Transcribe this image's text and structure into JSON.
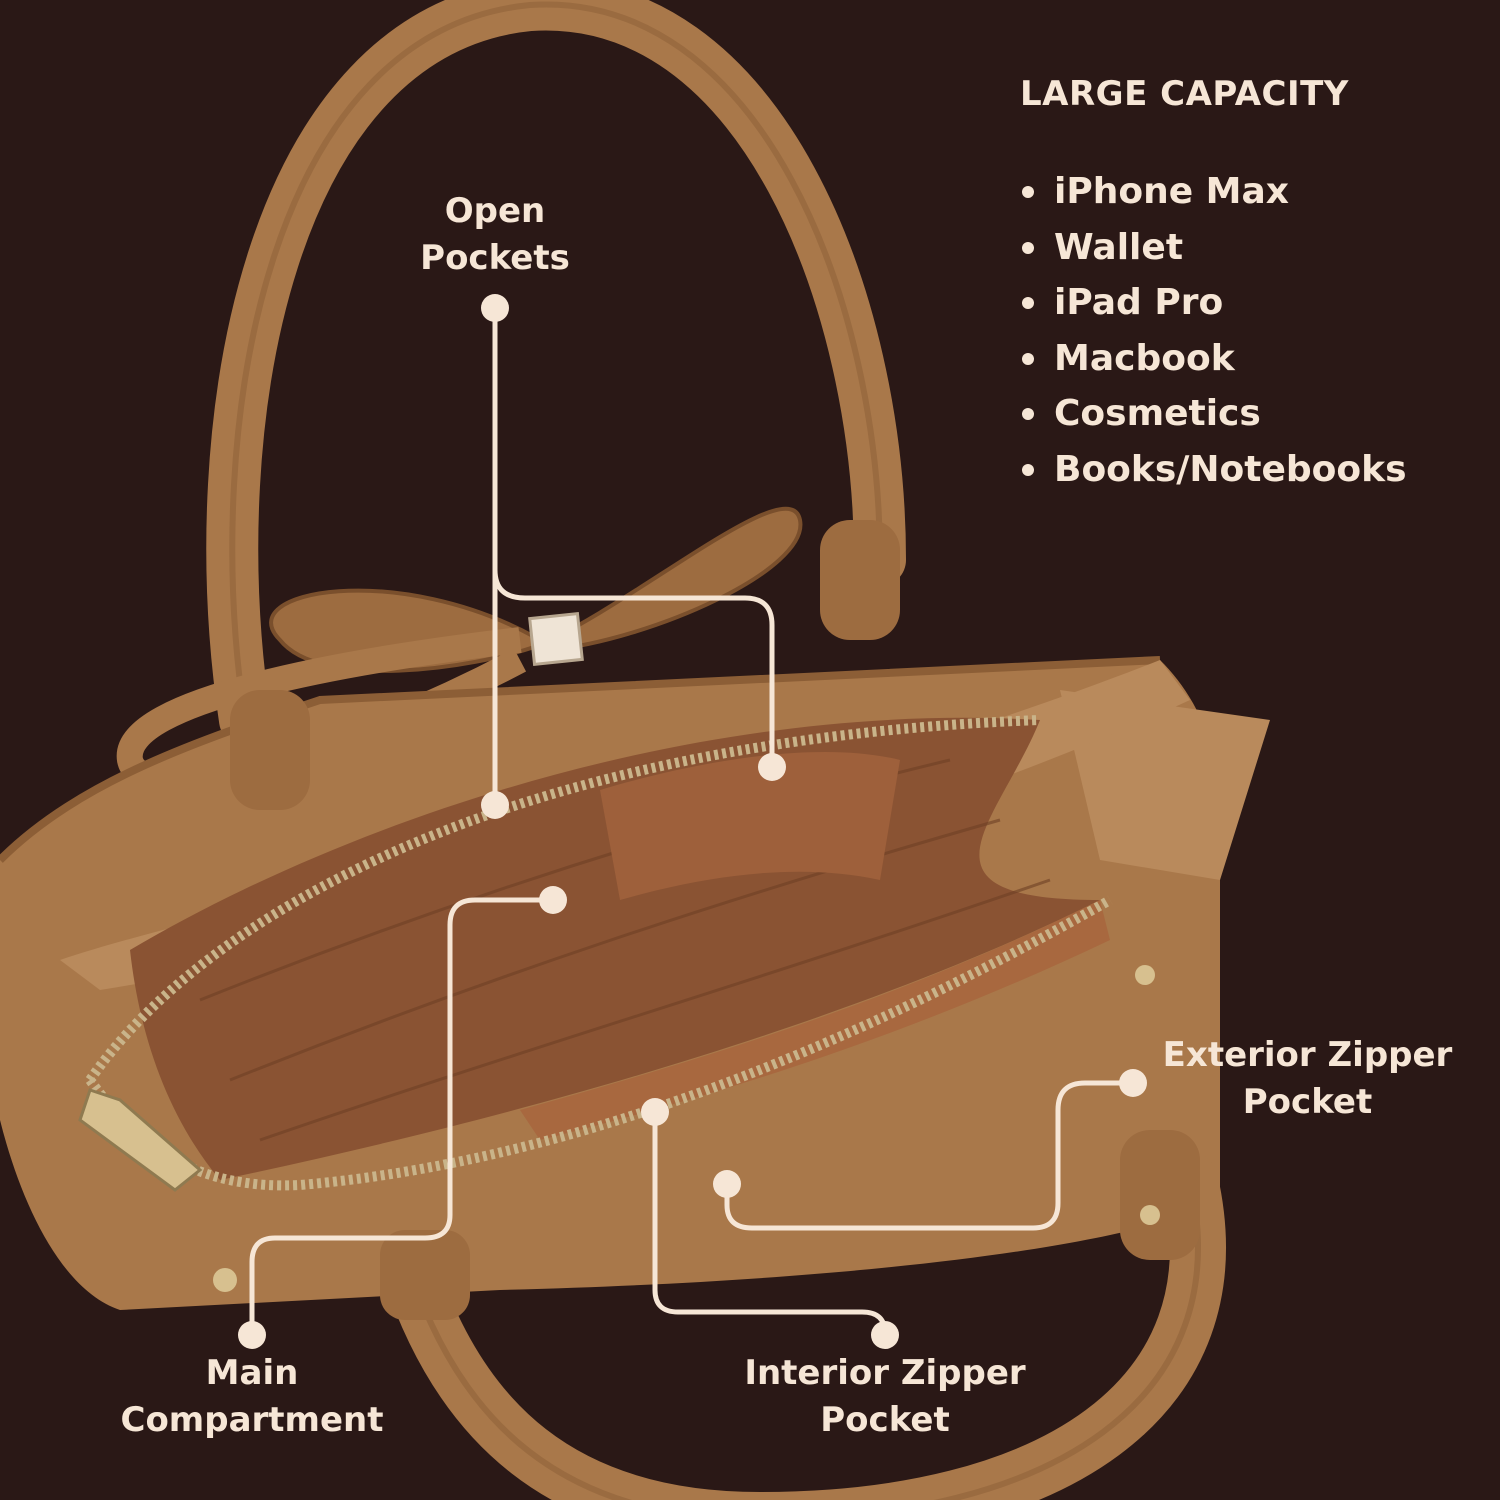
{
  "heading": "LARGE CAPACITY",
  "capacity_items": [
    "iPhone Max",
    "Wallet",
    "iPad Pro",
    "Macbook",
    "Cosmetics",
    "Books/Notebooks"
  ],
  "callouts": {
    "open_pockets": {
      "line1": "Open",
      "line2": "Pockets"
    },
    "main_compartment": {
      "line1": "Main",
      "line2": "Compartment"
    },
    "interior_zipper_pocket": {
      "line1": "Interior Zipper",
      "line2": "Pocket"
    },
    "exterior_zipper_pocket": {
      "line1": "Exterior Zipper",
      "line2": "Pocket"
    }
  },
  "colors": {
    "background": "#2a1816",
    "leather": "#a9784a",
    "lining": "#8a5333",
    "annotation": "#f6e6d6",
    "zipper": "#c9b48a"
  }
}
